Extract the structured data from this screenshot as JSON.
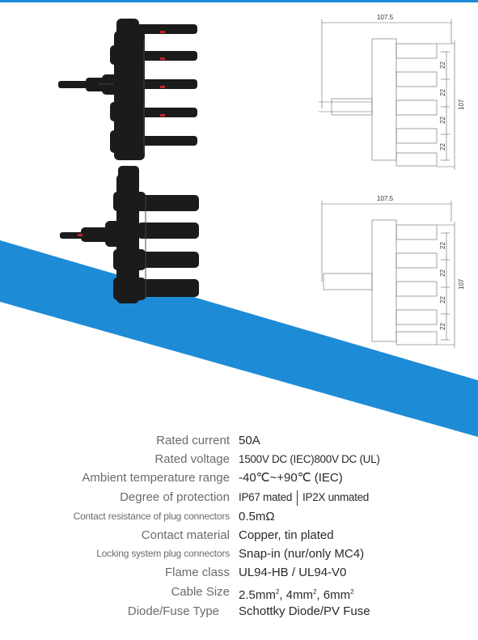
{
  "colors": {
    "accent": "#1e8bd6",
    "connector": "#1b1b1b",
    "label": "#6b6b6b",
    "value": "#2a2a2a"
  },
  "drawings": {
    "top": {
      "width_dim": "107.5",
      "height_dim": "107",
      "pitch_dims": [
        "22",
        "22",
        "22",
        "22"
      ]
    },
    "bottom": {
      "width_dim": "107.5",
      "height_dim": "107",
      "pitch_dims": [
        "22",
        "22",
        "22",
        "22"
      ]
    }
  },
  "specs": {
    "rated_current": {
      "label": "Rated current",
      "value": "50A"
    },
    "rated_voltage": {
      "label": "Rated voltage",
      "value": "1500V DC (IEC)800V DC (UL)"
    },
    "ambient_temp": {
      "label": "Ambient temperature range",
      "value": "-40℃~+90℃ (IEC)"
    },
    "protection": {
      "label": "Degree of protection",
      "value_a": "IP67 mated",
      "value_b": "IP2X unmated"
    },
    "contact_resistance": {
      "label": "Contact resistance of plug connectors",
      "value": "0.5mΩ"
    },
    "contact_material": {
      "label": "Contact material",
      "value": "Copper, tin plated"
    },
    "locking": {
      "label": "Locking system plug connectors",
      "value": "Snap-in (nur/only MC4)"
    },
    "flame": {
      "label": "Flame class",
      "value": "UL94-HB / UL94-V0"
    },
    "cable_size": {
      "label": "Cable Size",
      "v1": "2.5mm",
      "v2": ", 4mm",
      "v3": ", 6mm",
      "sup": "2"
    },
    "diode": {
      "label": "Diode/Fuse Type",
      "value": "Schottky Diode/PV Fuse"
    }
  }
}
